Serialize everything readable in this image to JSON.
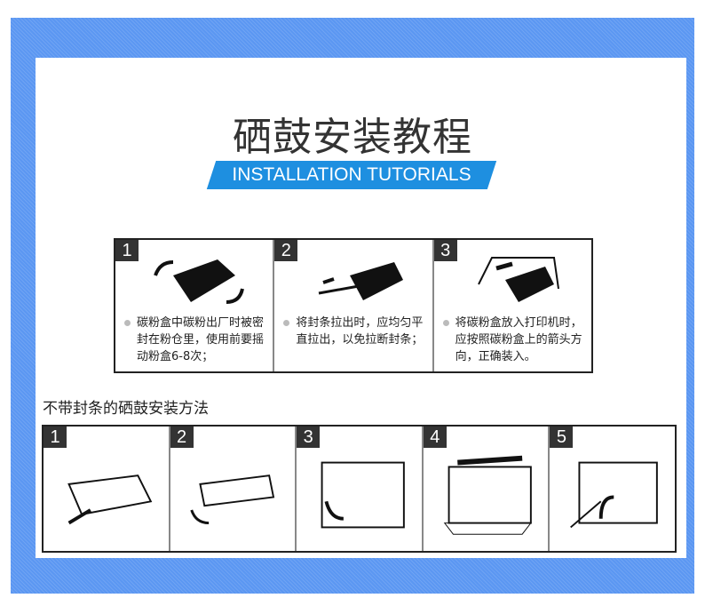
{
  "title": "硒鼓安装教程",
  "banner": "INSTALLATION TUTORIALS",
  "steps_with_seal": [
    {
      "num": "1",
      "text": "碳粉盒中碳粉出厂时被密封在粉仓里，使用前要摇动粉盒6-8次；"
    },
    {
      "num": "2",
      "text": "将封条拉出时，应均匀平直拉出，以免拉断封条；"
    },
    {
      "num": "3",
      "text": "将碳粉盒放入打印机时，应按照碳粉盒上的箭头方向，正确装入。"
    }
  ],
  "subtitle": "不带封条的硒鼓安装方法",
  "steps_without_seal": [
    {
      "num": "1"
    },
    {
      "num": "2"
    },
    {
      "num": "3"
    },
    {
      "num": "4"
    },
    {
      "num": "5"
    }
  ]
}
